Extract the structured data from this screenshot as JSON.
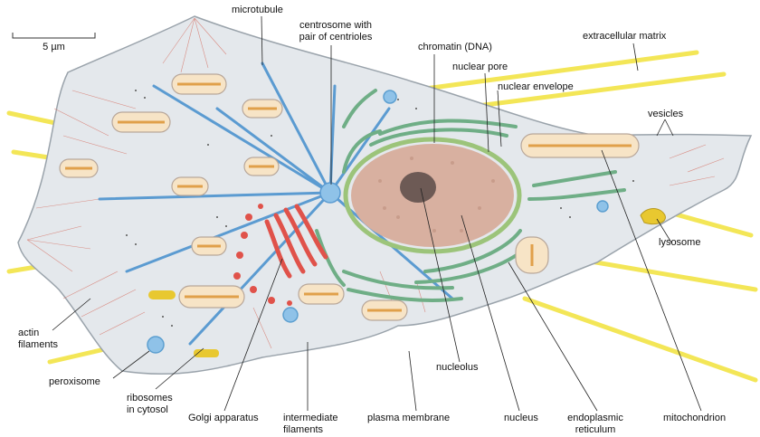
{
  "scale_bar": {
    "label": "5 µm"
  },
  "labels": {
    "microtubule": "microtubule",
    "centrosome_1": "centrosome with",
    "centrosome_2": "pair of centrioles",
    "chromatin": "chromatin (DNA)",
    "nuclear_pore": "nuclear pore",
    "nuclear_envelope": "nuclear envelope",
    "extracellular_matrix": "extracellular matrix",
    "vesicles": "vesicles",
    "lysosome": "lysosome",
    "actin_1": "actin",
    "actin_2": "filaments",
    "peroxisome": "peroxisome",
    "ribosomes_1": "ribosomes",
    "ribosomes_2": "in cytosol",
    "golgi": "Golgi apparatus",
    "intermediate_1": "intermediate",
    "intermediate_2": "filaments",
    "plasma_membrane": "plasma membrane",
    "nucleolus": "nucleolus",
    "nucleus": "nucleus",
    "er_1": "endoplasmic",
    "er_2": "reticulum",
    "mitochondrion": "mitochondrion"
  },
  "colors": {
    "cytoplasm": "#e4e8ec",
    "membrane": "#9aa3ab",
    "microtubule": "#5b9bd1",
    "nucleus_fill": "#d8b0a0",
    "nuclear_envelope": "#9cc47a",
    "er": "#6fae86",
    "golgi": "#e0524a",
    "mitochondrion": "#e0a04a",
    "matrix_fibers": "#f2e23a",
    "actin": "#d4685a",
    "lysosome": "#e8c830",
    "peroxisome": "#5c9fd0"
  }
}
